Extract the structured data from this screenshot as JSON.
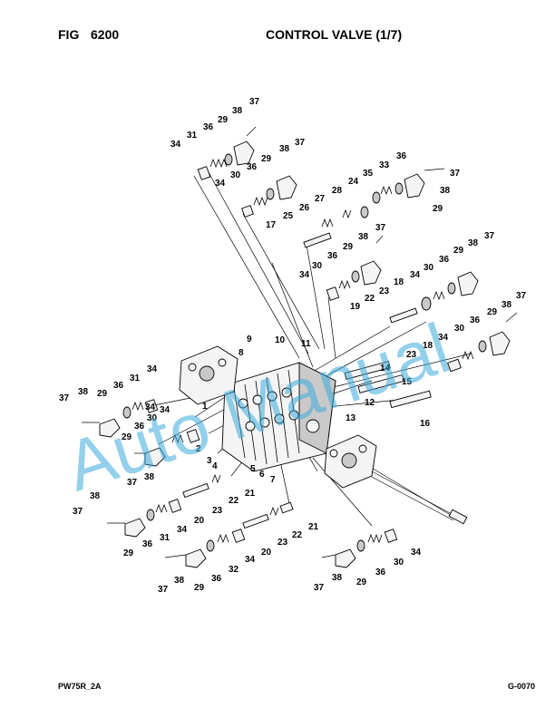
{
  "header": {
    "fig_label": "FIG",
    "fig_number": "6200",
    "title": "CONTROL VALVE (1/7)"
  },
  "footer": {
    "model_code": "PW75R_2A",
    "page_code": "G-0070"
  },
  "watermark": {
    "text": "Auto Manual",
    "color": "#3aa9dc"
  },
  "part_numbers": [
    "1",
    "2",
    "3",
    "4",
    "5",
    "6",
    "7",
    "8",
    "9",
    "10",
    "11",
    "12",
    "13",
    "14",
    "15",
    "16",
    "17",
    "18",
    "19",
    "20",
    "21",
    "22",
    "23",
    "24",
    "25",
    "26",
    "27",
    "28",
    "29",
    "30",
    "31",
    "32",
    "33",
    "34",
    "35",
    "36",
    "37",
    "38"
  ]
}
